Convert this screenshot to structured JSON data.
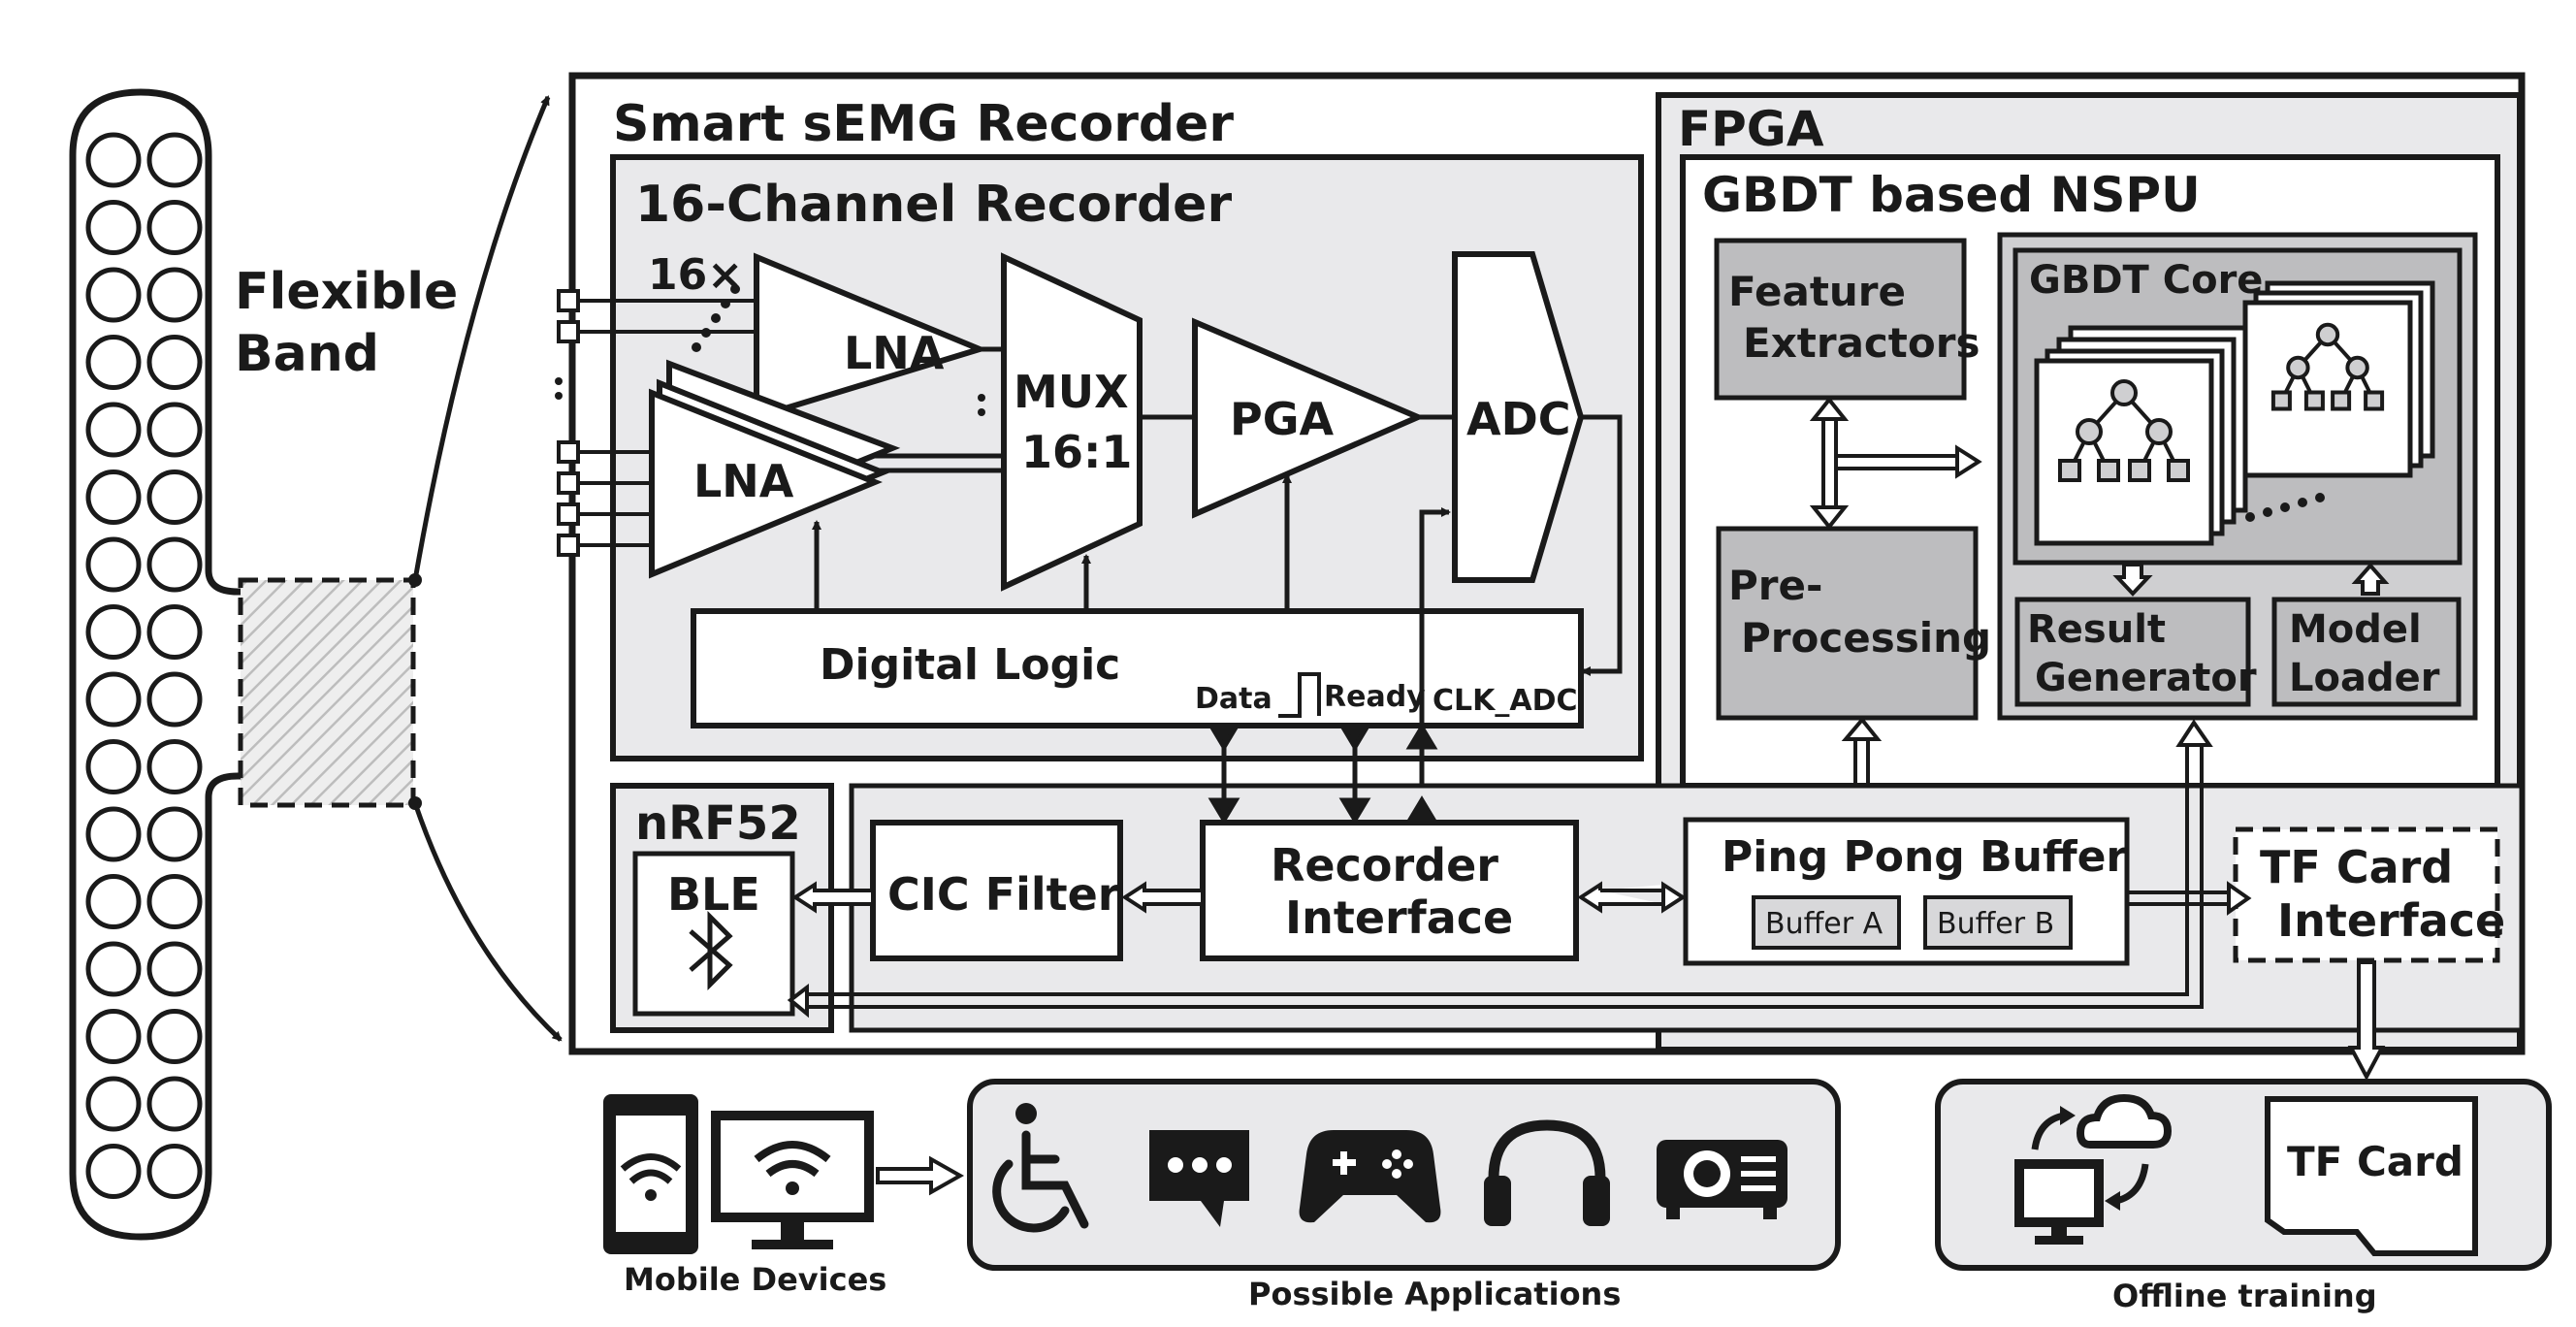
{
  "band": {
    "label_line1": "Flexible",
    "label_line2": "Band"
  },
  "recorder": {
    "title": "Smart sEMG Recorder",
    "channel_title": "16-Channel Recorder",
    "multiplier": "16×",
    "lna_top": "LNA",
    "lna_bottom": "LNA",
    "mux_line1": "MUX",
    "mux_line2": "16:1",
    "pga": "PGA",
    "adc": "ADC",
    "digital_logic": "Digital Logic",
    "signal_data": "Data",
    "signal_ready": "Ready",
    "signal_clk": "CLK_ADC"
  },
  "fpga": {
    "title": "FPGA",
    "nspu_title": "GBDT based NSPU",
    "feature_line1": "Feature",
    "feature_line2": "Extractors",
    "gbdt_core": "GBDT Core",
    "preproc_line1": "Pre-",
    "preproc_line2": "Processing",
    "result_line1": "Result",
    "result_line2": "Generator",
    "model_line1": "Model",
    "model_line2": "Loader"
  },
  "nrf": {
    "title": "nRF52",
    "ble": "BLE"
  },
  "interface": {
    "cic": "CIC Filter",
    "recorder_line1": "Recorder",
    "recorder_line2": "Interface",
    "pingpong": "Ping Pong Buffer",
    "buffer_a": "Buffer A",
    "buffer_b": "Buffer B",
    "tf_line1": "TF Card",
    "tf_line2": "Interface"
  },
  "bottom": {
    "mobile_caption": "Mobile Devices",
    "apps_caption": "Possible Applications",
    "offline_caption": "Offline training",
    "tf_card": "TF Card"
  },
  "icons": {
    "band": "electrode-band",
    "phone": "phone-wifi-icon",
    "monitor": "monitor-wifi-icon",
    "wheelchair": "wheelchair-icon",
    "chat": "chat-bubble-icon",
    "gamepad": "gamepad-icon",
    "headphones": "headphones-icon",
    "projector": "projector-icon",
    "cloud_sync": "cloud-sync-icon",
    "bluetooth": "bluetooth-icon",
    "tree": "decision-tree-icon"
  },
  "colors": {
    "stroke": "#1a1a1a",
    "light_fill": "#e9e9eb",
    "mid_fill": "#cfcfd1",
    "dark_fill": "#bdbdbf"
  }
}
